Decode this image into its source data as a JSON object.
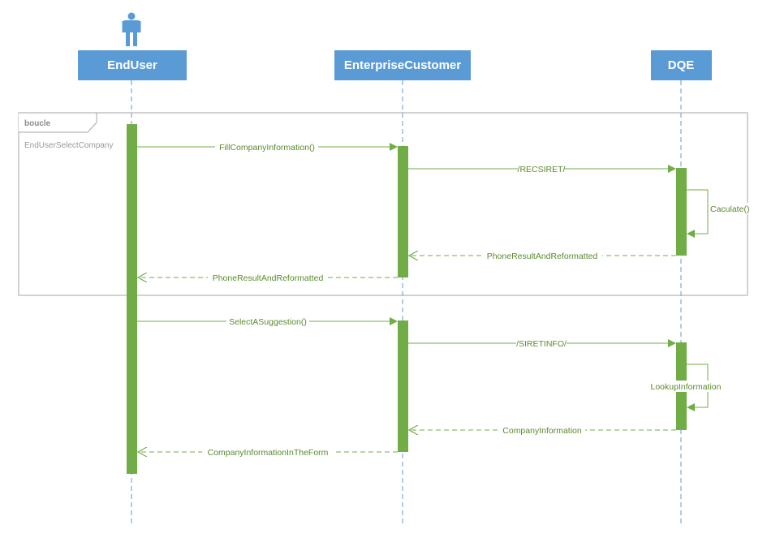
{
  "colors": {
    "participant_fill": "#5b9bd5",
    "lifeline": "#5b9bd5",
    "activation": "#70ad47",
    "message": "#70ad47",
    "frame_border": "#a6a6a6"
  },
  "actor": {
    "icon": "actor-icon"
  },
  "participants": [
    {
      "name": "EndUser"
    },
    {
      "name": "EnterpriseCustomer"
    },
    {
      "name": "DQE"
    }
  ],
  "frame": {
    "label": "boucle",
    "guard": "EndUserSelectCompany"
  },
  "messages": [
    {
      "label": "FillCompanyInformation()",
      "from": "EndUser",
      "to": "EnterpriseCustomer",
      "kind": "sync"
    },
    {
      "label": "/RECSIRET/",
      "from": "EnterpriseCustomer",
      "to": "DQE",
      "kind": "sync"
    },
    {
      "label": "Caculate()",
      "from": "DQE",
      "to": "DQE",
      "kind": "self"
    },
    {
      "label": "PhoneResultAndReformatted",
      "from": "DQE",
      "to": "EnterpriseCustomer",
      "kind": "reply"
    },
    {
      "label": "PhoneResultAndReformatted",
      "from": "EnterpriseCustomer",
      "to": "EndUser",
      "kind": "reply"
    },
    {
      "label": "SelectASuggestion()",
      "from": "EndUser",
      "to": "EnterpriseCustomer",
      "kind": "sync"
    },
    {
      "label": "/SIRETINFO/",
      "from": "EnterpriseCustomer",
      "to": "DQE",
      "kind": "sync"
    },
    {
      "label": "LookupInformation",
      "from": "DQE",
      "to": "DQE",
      "kind": "self"
    },
    {
      "label": "CompanyInformation",
      "from": "DQE",
      "to": "EnterpriseCustomer",
      "kind": "reply"
    },
    {
      "label": "CompanyInformationInTheForm",
      "from": "EnterpriseCustomer",
      "to": "EndUser",
      "kind": "reply"
    }
  ]
}
